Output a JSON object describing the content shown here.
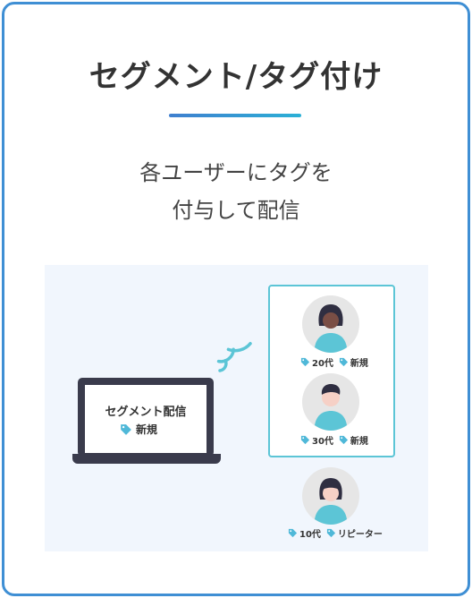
{
  "title": "セグメント/タグ付け",
  "subtitle": {
    "line1": "各ユーザーにタグを",
    "line2": "付与して配信"
  },
  "laptop": {
    "screen_title": "セグメント配信",
    "screen_tag": "新規"
  },
  "users": [
    {
      "tags": [
        "20代",
        "新規"
      ]
    },
    {
      "tags": [
        "30代",
        "新規"
      ]
    },
    {
      "tags": [
        "10代",
        "リピーター"
      ]
    }
  ],
  "colors": {
    "border": "#3f8fd4",
    "accent": "#5cc5d6",
    "tag": "#4fb8d8",
    "laptop": "#3a3b4c"
  }
}
